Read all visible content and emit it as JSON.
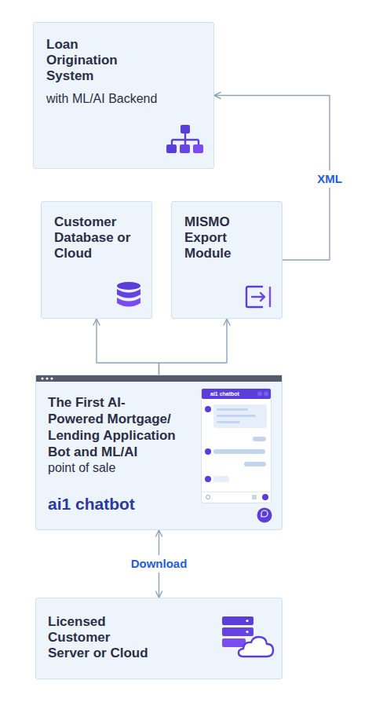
{
  "diagram": {
    "nodes": [
      {
        "text": [
          "Loan Origination System",
          "with ML/AI Backend"
        ]
      },
      {
        "text": [
          "Customer Database or Cloud"
        ]
      },
      {
        "text": [
          "MISMO Export Module"
        ]
      },
      {
        "text": [
          "The First AI- Powered Mortgage/ Lending Application Bot and ML/AI",
          "point of sale",
          "ai1 chatbot"
        ]
      },
      {
        "text": [
          "Licensed Customer Server or Cloud"
        ]
      }
    ],
    "edges": [
      {
        "from": 3,
        "to": 1,
        "arrow": "to"
      },
      {
        "from": 3,
        "to": 2,
        "arrow": "to"
      },
      {
        "from": 2,
        "to": 0,
        "arrow": "to",
        "label": "XML"
      },
      {
        "from": 3,
        "to": 4,
        "arrow": "both",
        "label": "Download"
      }
    ],
    "labels": [
      "ai1 chatbot"
    ]
  }
}
